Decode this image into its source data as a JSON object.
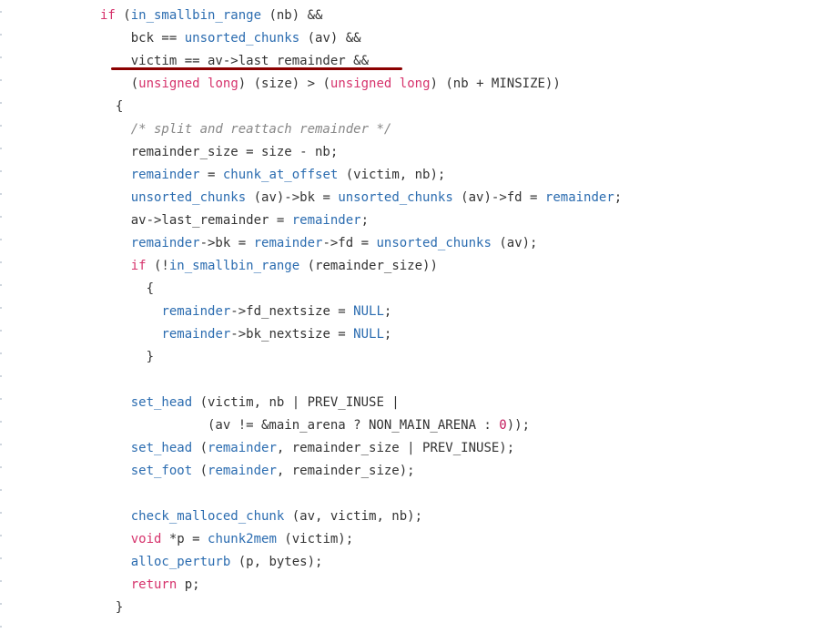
{
  "code_lines": [
    [
      {
        "t": "if",
        "c": "kw-red"
      },
      {
        "t": " (",
        "c": "plain"
      },
      {
        "t": "in_smallbin_range",
        "c": "fn"
      },
      {
        "t": " (nb) &&",
        "c": "plain"
      }
    ],
    [
      {
        "t": "    bck == ",
        "c": "plain"
      },
      {
        "t": "unsorted_chunks",
        "c": "fn"
      },
      {
        "t": " (av) &&",
        "c": "plain"
      }
    ],
    [
      {
        "t": "    victim == av->last_remainder &&",
        "c": "plain"
      }
    ],
    [
      {
        "t": "    (",
        "c": "plain"
      },
      {
        "t": "unsigned",
        "c": "kw-red"
      },
      {
        "t": " ",
        "c": "plain"
      },
      {
        "t": "long",
        "c": "kw-red"
      },
      {
        "t": ") (size) > (",
        "c": "plain"
      },
      {
        "t": "unsigned",
        "c": "kw-red"
      },
      {
        "t": " ",
        "c": "plain"
      },
      {
        "t": "long",
        "c": "kw-red"
      },
      {
        "t": ") (nb + MINSIZE))",
        "c": "plain"
      }
    ],
    [
      {
        "t": "  {",
        "c": "plain"
      }
    ],
    [
      {
        "t": "    ",
        "c": "plain"
      },
      {
        "t": "/* split and reattach remainder */",
        "c": "cm"
      }
    ],
    [
      {
        "t": "    remainder_size = size - nb;",
        "c": "plain"
      }
    ],
    [
      {
        "t": "    ",
        "c": "plain"
      },
      {
        "t": "remainder",
        "c": "fn"
      },
      {
        "t": " = ",
        "c": "plain"
      },
      {
        "t": "chunk_at_offset",
        "c": "fn"
      },
      {
        "t": " (victim, nb);",
        "c": "plain"
      }
    ],
    [
      {
        "t": "    ",
        "c": "plain"
      },
      {
        "t": "unsorted_chunks",
        "c": "fn"
      },
      {
        "t": " (av)->bk = ",
        "c": "plain"
      },
      {
        "t": "unsorted_chunks",
        "c": "fn"
      },
      {
        "t": " (av)->fd = ",
        "c": "plain"
      },
      {
        "t": "remainder",
        "c": "fn"
      },
      {
        "t": ";",
        "c": "plain"
      }
    ],
    [
      {
        "t": "    av->last_remainder = ",
        "c": "plain"
      },
      {
        "t": "remainder",
        "c": "fn"
      },
      {
        "t": ";",
        "c": "plain"
      }
    ],
    [
      {
        "t": "    ",
        "c": "plain"
      },
      {
        "t": "remainder",
        "c": "fn"
      },
      {
        "t": "->bk = ",
        "c": "plain"
      },
      {
        "t": "remainder",
        "c": "fn"
      },
      {
        "t": "->fd = ",
        "c": "plain"
      },
      {
        "t": "unsorted_chunks",
        "c": "fn"
      },
      {
        "t": " (av);",
        "c": "plain"
      }
    ],
    [
      {
        "t": "    ",
        "c": "plain"
      },
      {
        "t": "if",
        "c": "kw-red"
      },
      {
        "t": " (!",
        "c": "plain"
      },
      {
        "t": "in_smallbin_range",
        "c": "fn"
      },
      {
        "t": " (remainder_size))",
        "c": "plain"
      }
    ],
    [
      {
        "t": "      {",
        "c": "plain"
      }
    ],
    [
      {
        "t": "        ",
        "c": "plain"
      },
      {
        "t": "remainder",
        "c": "fn"
      },
      {
        "t": "->fd_nextsize = ",
        "c": "plain"
      },
      {
        "t": "NULL",
        "c": "fn"
      },
      {
        "t": ";",
        "c": "plain"
      }
    ],
    [
      {
        "t": "        ",
        "c": "plain"
      },
      {
        "t": "remainder",
        "c": "fn"
      },
      {
        "t": "->bk_nextsize = ",
        "c": "plain"
      },
      {
        "t": "NULL",
        "c": "fn"
      },
      {
        "t": ";",
        "c": "plain"
      }
    ],
    [
      {
        "t": "      }",
        "c": "plain"
      }
    ],
    [],
    [
      {
        "t": "    ",
        "c": "plain"
      },
      {
        "t": "set_head",
        "c": "fn"
      },
      {
        "t": " (victim, nb | PREV_INUSE |",
        "c": "plain"
      }
    ],
    [
      {
        "t": "              (av != &main_arena ? NON_MAIN_ARENA : ",
        "c": "plain"
      },
      {
        "t": "0",
        "c": "num"
      },
      {
        "t": "));",
        "c": "plain"
      }
    ],
    [
      {
        "t": "    ",
        "c": "plain"
      },
      {
        "t": "set_head",
        "c": "fn"
      },
      {
        "t": " (",
        "c": "plain"
      },
      {
        "t": "remainder",
        "c": "fn"
      },
      {
        "t": ", remainder_size | PREV_INUSE);",
        "c": "plain"
      }
    ],
    [
      {
        "t": "    ",
        "c": "plain"
      },
      {
        "t": "set_foot",
        "c": "fn"
      },
      {
        "t": " (",
        "c": "plain"
      },
      {
        "t": "remainder",
        "c": "fn"
      },
      {
        "t": ", remainder_size);",
        "c": "plain"
      }
    ],
    [],
    [
      {
        "t": "    ",
        "c": "plain"
      },
      {
        "t": "check_malloced_chunk",
        "c": "fn"
      },
      {
        "t": " (av, victim, nb);",
        "c": "plain"
      }
    ],
    [
      {
        "t": "    ",
        "c": "plain"
      },
      {
        "t": "void",
        "c": "kw-red"
      },
      {
        "t": " *p = ",
        "c": "plain"
      },
      {
        "t": "chunk2mem",
        "c": "fn"
      },
      {
        "t": " (victim);",
        "c": "plain"
      }
    ],
    [
      {
        "t": "    ",
        "c": "plain"
      },
      {
        "t": "alloc_perturb",
        "c": "fn"
      },
      {
        "t": " (p, bytes);",
        "c": "plain"
      }
    ],
    [
      {
        "t": "    ",
        "c": "plain"
      },
      {
        "t": "return",
        "c": "kw-red"
      },
      {
        "t": " p;",
        "c": "plain"
      }
    ],
    [
      {
        "t": "  }",
        "c": "plain"
      }
    ]
  ],
  "colors": {
    "keyword": "#d6336c",
    "function": "#2b6cb0",
    "comment": "#888888",
    "text": "#333333",
    "annotation_underline": "#8b0000"
  }
}
